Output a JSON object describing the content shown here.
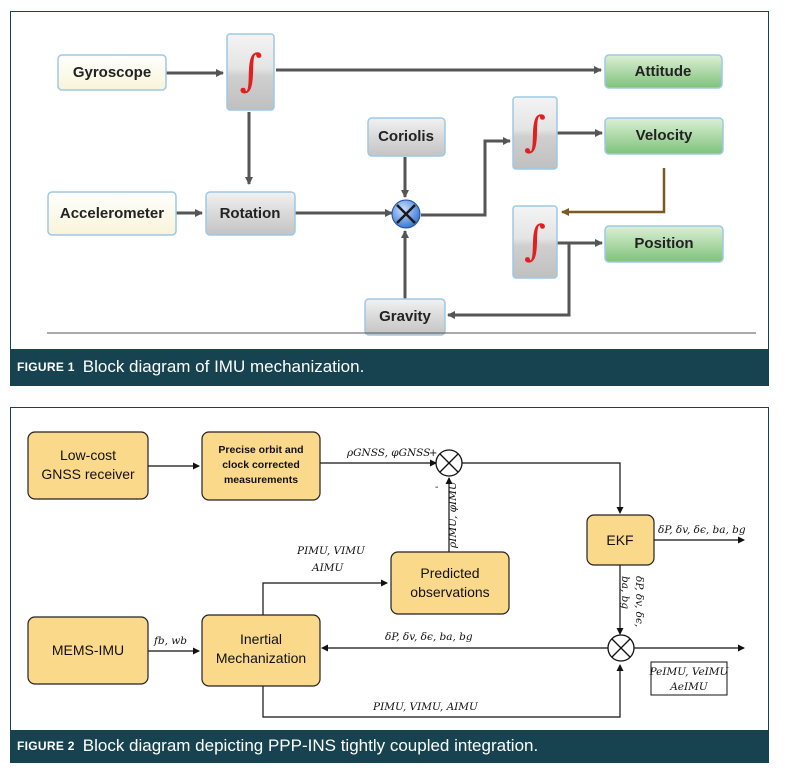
{
  "figure1": {
    "caption_label": "FIGURE 1",
    "caption_text": "Block diagram of IMU mechanization.",
    "blocks": {
      "gyroscope": "Gyroscope",
      "accelerometer": "Accelerometer",
      "rotation": "Rotation",
      "coriolis": "Coriolis",
      "gravity": "Gravity",
      "attitude": "Attitude",
      "velocity": "Velocity",
      "position": "Position"
    },
    "integrator_symbol": "∫"
  },
  "figure2": {
    "caption_label": "FIGURE 2",
    "caption_text": "Block diagram depicting PPP-INS tightly coupled integration.",
    "blocks": {
      "gnss_receiver": [
        "Low-cost",
        "GNSS receiver"
      ],
      "precise_orbit": [
        "Precise orbit and",
        "clock corrected",
        "measurements"
      ],
      "mems_imu": "MEMS-IMU",
      "inertial_mech": [
        "Inertial",
        "Mechanization"
      ],
      "predicted_obs": [
        "Predicted",
        "observations"
      ],
      "ekf": "EKF"
    },
    "labels": {
      "rho_gnss": "ρGNSS, φGNSS",
      "plus_sign": "+",
      "minus_sign": "-",
      "rho_imu": "ρIMU, φIMU",
      "pimu_vimu": "PIMU, VIMU",
      "aimu": "AIMU",
      "fb_wb": "fb, wb",
      "ekf_out": "δP, δv, δϵ, ba, bg",
      "ekf_down": "δP, δv, δϵ,",
      "ekf_down2": "ba, bg",
      "feedback": "δP, δv, δϵ, ba, bg",
      "bottom_out": "PIMU, VIMU, AIMU",
      "final_out1": "PeIMU, VeIMU",
      "final_out2": "AeIMU"
    }
  }
}
